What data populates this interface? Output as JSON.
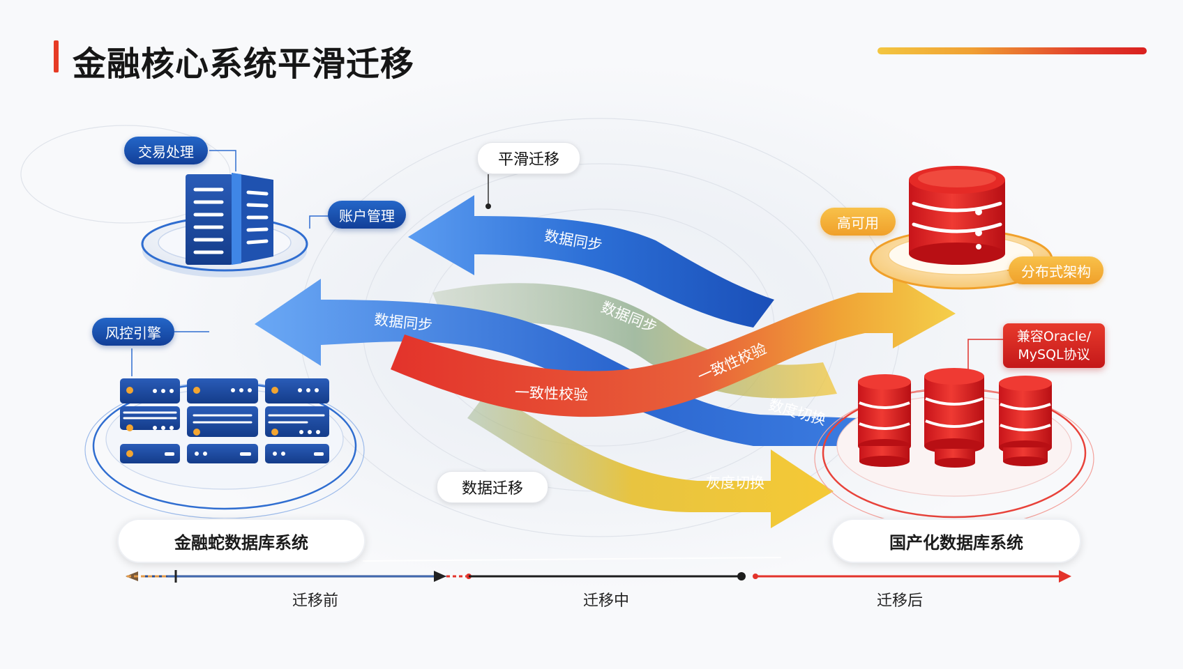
{
  "title": "金融核心系统平滑迁移",
  "left_system": {
    "label": "金融蛇数据库系统",
    "tags": {
      "transaction": "交易处理",
      "account": "账户管理",
      "risk": "风控引擎"
    }
  },
  "right_system": {
    "label": "国产化数据库系统",
    "tags": {
      "ha": "高可用",
      "distributed": "分布式架构",
      "compat_line1": "兼容Oracle/",
      "compat_line2": "MySQL协议"
    }
  },
  "callouts": {
    "smooth": "平滑迁移",
    "migration": "数据迁移"
  },
  "flows": {
    "blue_top": "数据同步",
    "blue_mid": "数据同步",
    "green_mid": "数据同步",
    "red_left": "一致性校验",
    "red_right": "一致性校验",
    "blue_right": "数度切换",
    "yellow": "灰度切换"
  },
  "timeline": {
    "before": "迁移前",
    "during": "迁移中",
    "after": "迁移后"
  },
  "colors": {
    "blue": "#1f5fc4",
    "red": "#e0302a",
    "yellow": "#f2c63a",
    "orange": "#f0a02a",
    "green": "#8fae86"
  }
}
